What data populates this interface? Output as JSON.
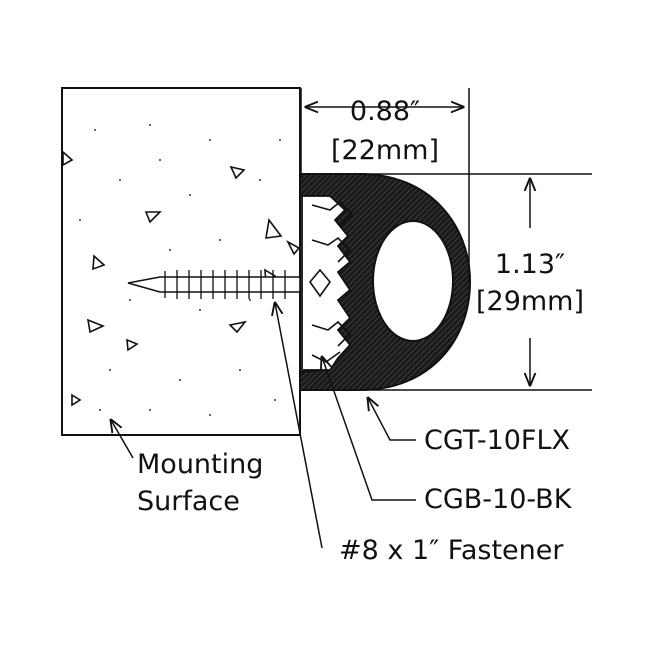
{
  "dimensions": {
    "width_in": "0.88″",
    "width_mm": "[22mm]",
    "height_in": "1.13″",
    "height_mm": "[29mm]"
  },
  "labels": {
    "mounting_line1": "Mounting",
    "mounting_line2": "Surface",
    "fastener": "#8 x 1″ Fastener",
    "cgb": "CGB-10-BK",
    "cgt": "CGT-10FLX"
  },
  "colors": {
    "line": "#111111",
    "hatch": "#2a2a2a",
    "background": "#ffffff"
  }
}
